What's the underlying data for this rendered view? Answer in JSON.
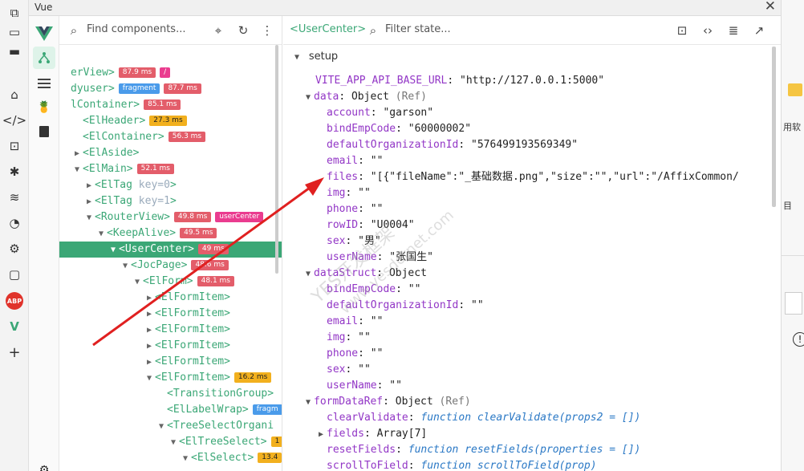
{
  "window": {
    "title": "Vue",
    "close_glyph": "✕"
  },
  "tree_toolbar": {
    "search_placeholder": "Find components..."
  },
  "tree": [
    {
      "arrow": "",
      "name": "erView>",
      "badges": [
        {
          "text": "87.9 ms",
          "color": "red"
        },
        {
          "text": "/",
          "color": "pink"
        }
      ]
    },
    {
      "arrow": "",
      "name": "dyuser>",
      "badges": [
        {
          "text": "fragment",
          "color": "blue"
        },
        {
          "text": "87.7 ms",
          "color": "red"
        }
      ]
    },
    {
      "arrow": "",
      "name": "lContainer>",
      "badges": [
        {
          "text": "85.1 ms",
          "color": "red"
        }
      ]
    },
    {
      "arrow": "",
      "name": "<ElHeader>",
      "badges": [
        {
          "text": "27.3 ms",
          "color": "yellow"
        }
      ]
    },
    {
      "arrow": "",
      "name": "<ElContainer>",
      "badges": [
        {
          "text": "56.3 ms",
          "color": "red"
        }
      ]
    },
    {
      "arrow": "▶",
      "name": "<ElAside>",
      "badges": []
    },
    {
      "arrow": "▼",
      "name": "<ElMain>",
      "badges": [
        {
          "text": "52.1 ms",
          "color": "red"
        }
      ]
    },
    {
      "arrow": "▶",
      "name": "<ElTag",
      "dim": "key=0",
      "tail": ">",
      "badges": []
    },
    {
      "arrow": "▶",
      "name": "<ElTag",
      "dim": "key=1",
      "tail": ">",
      "badges": []
    },
    {
      "arrow": "▼",
      "name": "<RouterView>",
      "badges": [
        {
          "text": "49.8 ms",
          "color": "red"
        },
        {
          "text": "userCenter",
          "color": "pink"
        }
      ]
    },
    {
      "arrow": "▼",
      "name": "<KeepAlive>",
      "badges": [
        {
          "text": "49.5 ms",
          "color": "red"
        }
      ]
    },
    {
      "arrow": "▼",
      "name": "<UserCenter>",
      "badges": [
        {
          "text": "49 ms",
          "color": "red"
        }
      ],
      "selected": true
    },
    {
      "arrow": "▼",
      "name": "<JocPage>",
      "badges": [
        {
          "text": "48.6 ms",
          "color": "red"
        }
      ]
    },
    {
      "arrow": "▼",
      "name": "<ElForm>",
      "badges": [
        {
          "text": "48.1 ms",
          "color": "red"
        }
      ]
    },
    {
      "arrow": "▶",
      "name": "<ElFormItem>",
      "badges": []
    },
    {
      "arrow": "▶",
      "name": "<ElFormItem>",
      "badges": []
    },
    {
      "arrow": "▶",
      "name": "<ElFormItem>",
      "badges": []
    },
    {
      "arrow": "▶",
      "name": "<ElFormItem>",
      "badges": []
    },
    {
      "arrow": "▶",
      "name": "<ElFormItem>",
      "badges": []
    },
    {
      "arrow": "▼",
      "name": "<ElFormItem>",
      "badges": [
        {
          "text": "16.2 ms",
          "color": "yellow"
        }
      ]
    },
    {
      "arrow": "",
      "name": "<TransitionGroup>",
      "badges": []
    },
    {
      "arrow": "",
      "name": "<ElLabelWrap>",
      "badges": [
        {
          "text": "fragm",
          "color": "blue"
        }
      ]
    },
    {
      "arrow": "▼",
      "name": "<TreeSelectOrgani",
      "badges": []
    },
    {
      "arrow": "▼",
      "name": "<ElTreeSelect>",
      "badges": [
        {
          "text": "1",
          "color": "yellow"
        }
      ]
    },
    {
      "arrow": "▼",
      "name": "<ElSelect>",
      "badges": [
        {
          "text": "13.4",
          "color": "yellow"
        }
      ]
    }
  ],
  "state_toolbar": {
    "component": "<UserCenter>",
    "filter_placeholder": "Filter state..."
  },
  "state": {
    "section": "setup",
    "api": {
      "key": "VITE_APP_API_BASE_URL",
      "value": "\"http://127.0.0.1:5000\""
    },
    "data": {
      "key": "data",
      "type": "Object",
      "tag": "(Ref)",
      "fields": [
        {
          "key": "account",
          "value": "\"garson\""
        },
        {
          "key": "bindEmpCode",
          "value": "\"60000002\""
        },
        {
          "key": "defaultOrganizationId",
          "value": "\"576499193569349\""
        },
        {
          "key": "email",
          "value": "\"\""
        },
        {
          "key": "files",
          "value": "\"[{\"fileName\":\"_基础数据.png\",\"size\":\"\",\"url\":\"/AffixCommon/"
        },
        {
          "key": "img",
          "value": "\"\""
        },
        {
          "key": "phone",
          "value": "\"\""
        },
        {
          "key": "rowID",
          "value": "\"U0004\""
        },
        {
          "key": "sex",
          "value": "\"男\""
        },
        {
          "key": "userName",
          "value": "\"张国生\""
        }
      ]
    },
    "dataStruct": {
      "key": "dataStruct",
      "type": "Object",
      "fields": [
        {
          "key": "bindEmpCode",
          "value": "\"\""
        },
        {
          "key": "defaultOrganizationId",
          "value": "\"\""
        },
        {
          "key": "email",
          "value": "\"\""
        },
        {
          "key": "img",
          "value": "\"\""
        },
        {
          "key": "phone",
          "value": "\"\""
        },
        {
          "key": "sex",
          "value": "\"\""
        },
        {
          "key": "userName",
          "value": "\"\""
        }
      ]
    },
    "formDataRef": {
      "key": "formDataRef",
      "type": "Object",
      "tag": "(Ref)",
      "fields": [
        {
          "key": "clearValidate",
          "kw": "function",
          "sig": "clearValidate(props2 = [])"
        },
        {
          "key": "fields",
          "arrow": "▶",
          "type": "Array[7]"
        },
        {
          "key": "resetFields",
          "kw": "function",
          "sig": "resetFields(properties = [])"
        },
        {
          "key": "scrollToField",
          "kw": "function",
          "sig": "scrollToField(prop)"
        }
      ]
    }
  },
  "page_strip": {
    "text1": "用软",
    "text2": "目"
  },
  "watermark": {
    "line1": "YES开发框架",
    "line2": "www.yesdotnet.com"
  },
  "colors": {
    "vue_green": "#3ba776",
    "arrow_red": "#e02020"
  }
}
